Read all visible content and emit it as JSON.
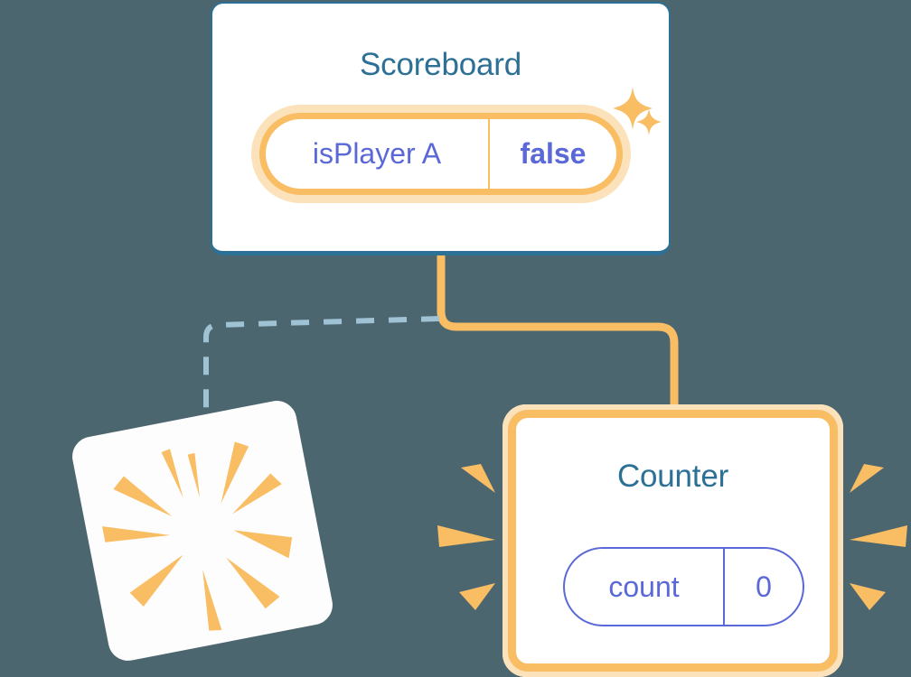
{
  "theme": {
    "background": "#4c6670",
    "card_background": "#ffffff",
    "title_blue": "#2d7096",
    "pill_text_purple": "#5a68d8",
    "accent_orange": "#f9bd63",
    "accent_orange_soft": "#fbe2bb",
    "dashed_line_blue": "#9fc2d4"
  },
  "scoreboard": {
    "title": "Scoreboard",
    "pill": {
      "key": "isPlayer A",
      "value": "false"
    },
    "sparkles": [
      {
        "name": "sparkle-large"
      },
      {
        "name": "sparkle-small"
      }
    ]
  },
  "counter": {
    "title": "Counter",
    "pill": {
      "key": "count",
      "value": "0"
    }
  },
  "connectors": {
    "solid": {
      "color": "#f9bd63",
      "style": "solid",
      "from": "scoreboard-card",
      "to": "counter-card"
    },
    "dashed": {
      "color": "#9fc2d4",
      "style": "dashed",
      "from": "scoreboard-card",
      "to": "flash-card"
    }
  },
  "flash_card": {
    "label": "flash-card",
    "ray_count": 10
  },
  "counter_rays": {
    "left_count": 3,
    "right_count": 3
  }
}
